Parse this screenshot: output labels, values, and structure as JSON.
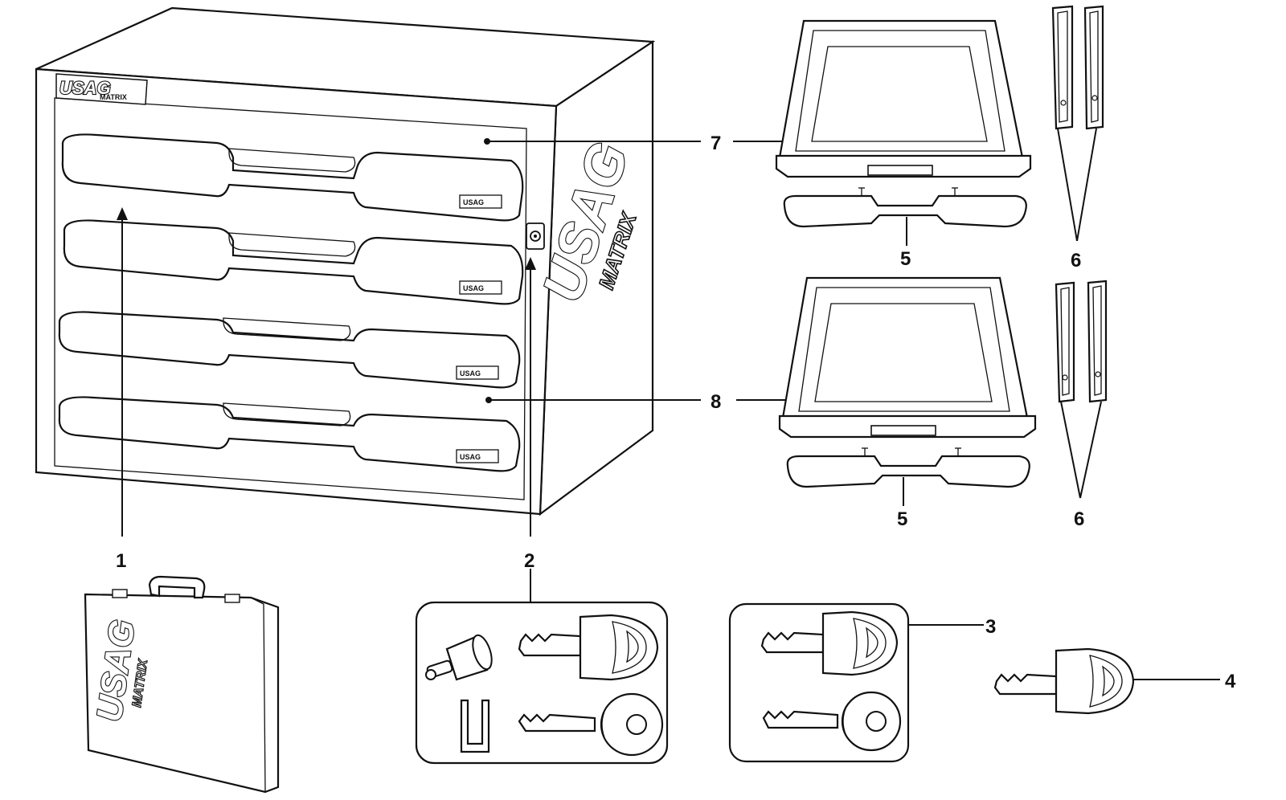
{
  "brand": {
    "name": "USAG",
    "line": "MATRIX"
  },
  "callouts": {
    "c1": "1",
    "c2": "2",
    "c3": "3",
    "c4": "4",
    "c5a": "5",
    "c5b": "5",
    "c6a": "6",
    "c6b": "6",
    "c7": "7",
    "c8": "8"
  }
}
